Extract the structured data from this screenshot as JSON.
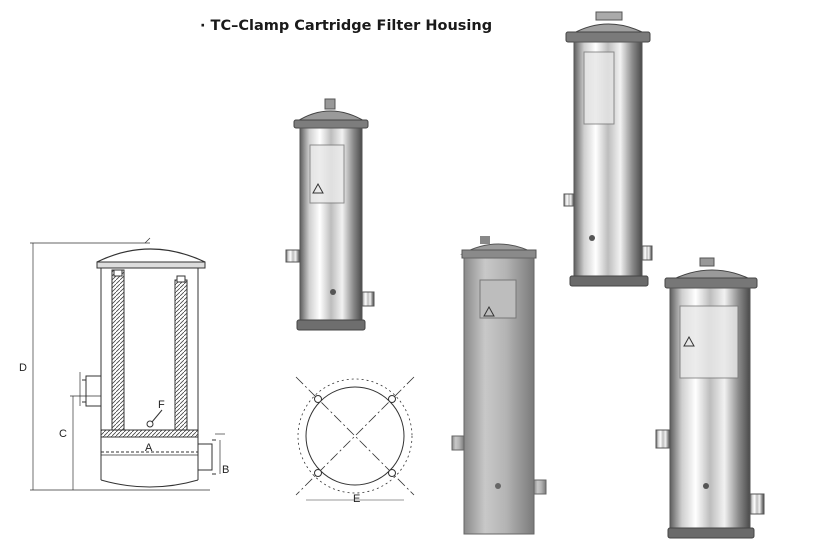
{
  "title": "· TC–Clamp Cartridge Filter Housing",
  "dimension_labels": {
    "a": "A",
    "b": "B",
    "c": "C",
    "d": "D",
    "e": "E",
    "f": "F"
  },
  "colors": {
    "line": "#333333",
    "steel_dark": "#6e6e6e",
    "steel_light": "#f4f4f4",
    "matte": "#a8a8a8"
  }
}
